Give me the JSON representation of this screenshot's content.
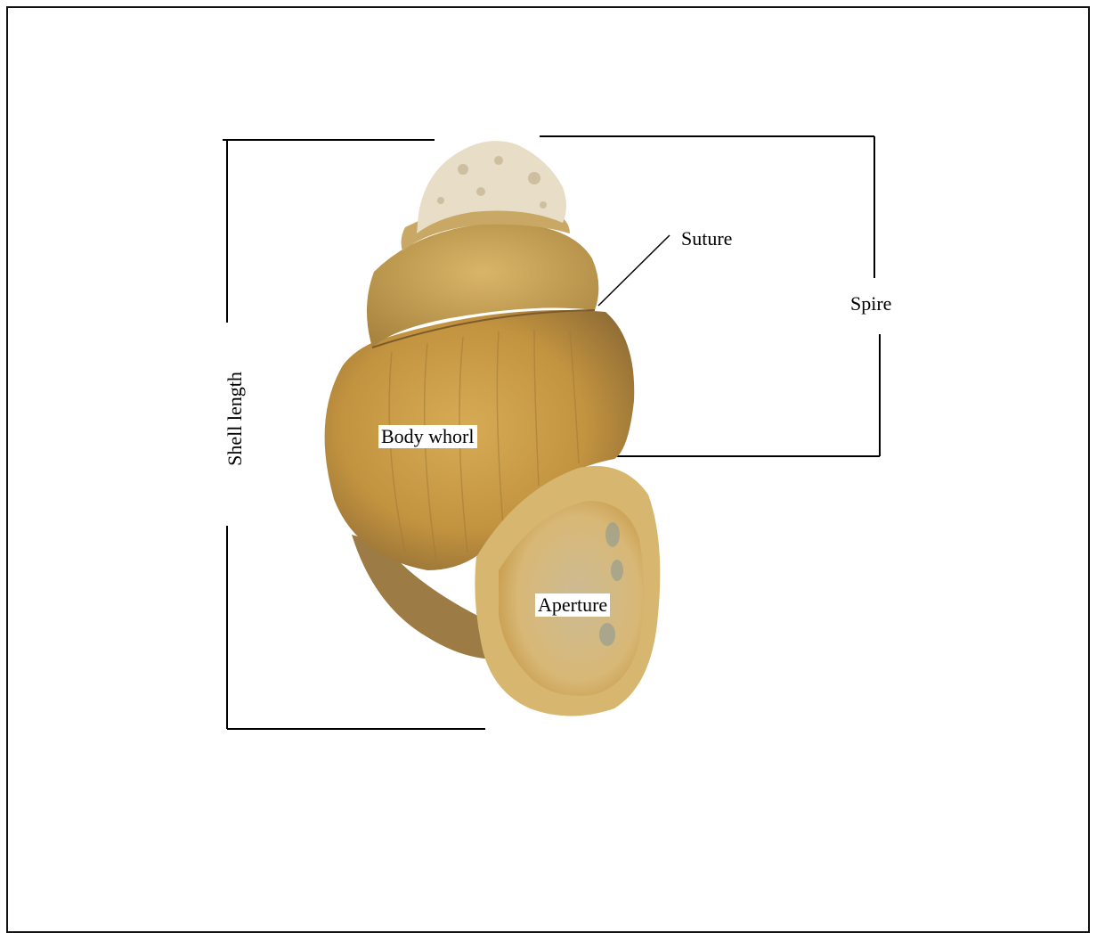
{
  "labels": {
    "shell_length": "Shell length",
    "suture": "Suture",
    "spire": "Spire",
    "body_whorl": "Body whorl",
    "aperture": "Aperture"
  },
  "colors": {
    "shell_main": "#c79a45",
    "shell_dark": "#8a6a3a",
    "apex": "#e8ddc8",
    "aperture_inner": "#d8c08a",
    "line": "#000000"
  }
}
